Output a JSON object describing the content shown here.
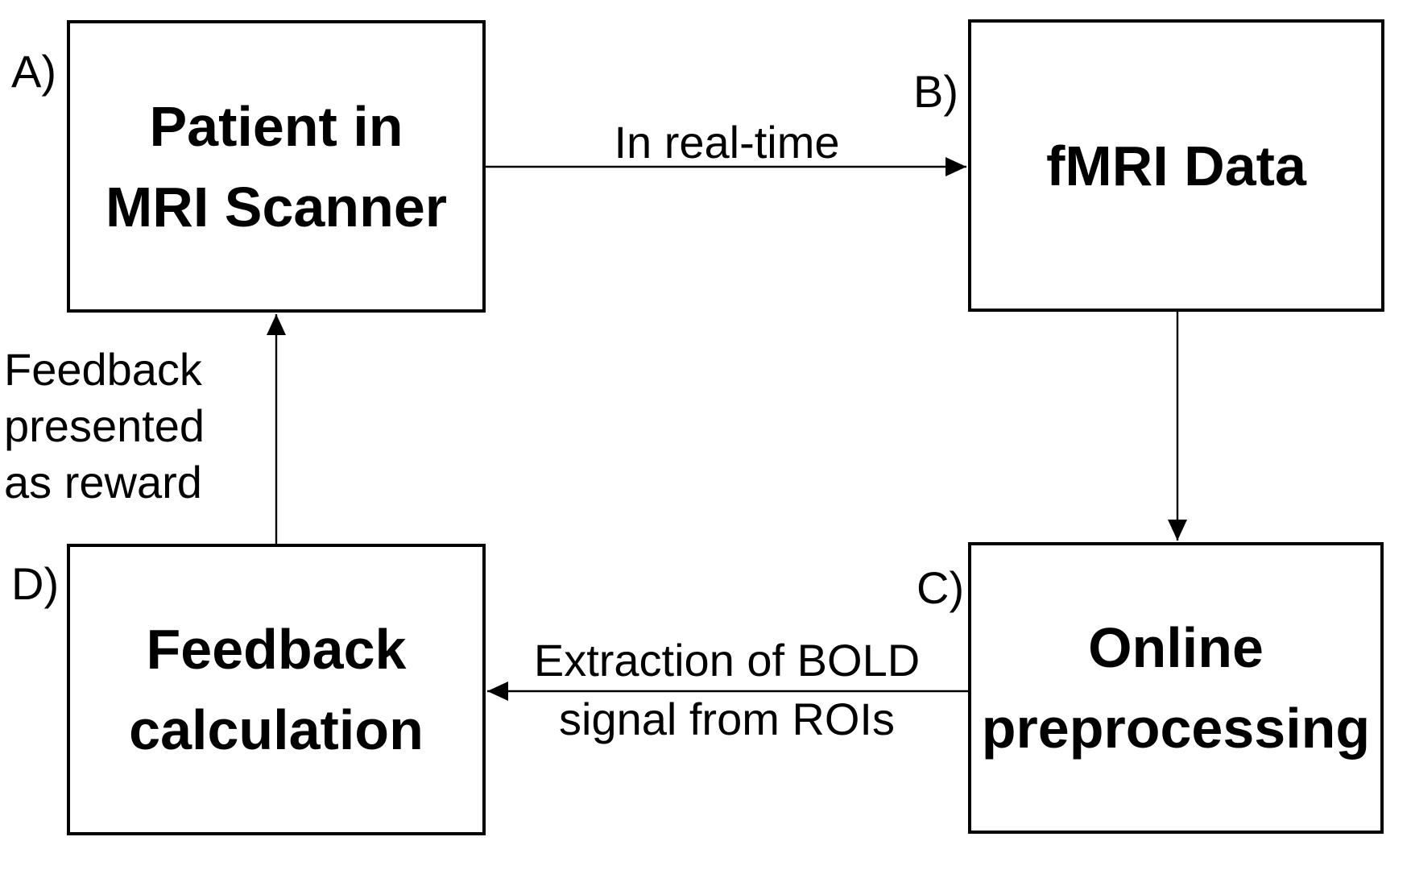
{
  "diagram": {
    "background_color": "#ffffff",
    "ink_color": "#000000",
    "boxes": [
      {
        "tag": "A)",
        "label": "Patient in\nMRI Scanner"
      },
      {
        "tag": "B)",
        "label": "fMRI Data"
      },
      {
        "tag": "C)",
        "label": "Online\npreprocessing"
      },
      {
        "tag": "D)",
        "label": "Feedback\ncalculation"
      }
    ],
    "arrows": [
      {
        "from": "A",
        "to": "B",
        "label": "In real-time"
      },
      {
        "from": "B",
        "to": "C",
        "label": ""
      },
      {
        "from": "C",
        "to": "D",
        "label": "Extraction of BOLD\nsignal from ROIs"
      },
      {
        "from": "D",
        "to": "A",
        "label": "Feedback\npresented\nas reward"
      }
    ]
  }
}
